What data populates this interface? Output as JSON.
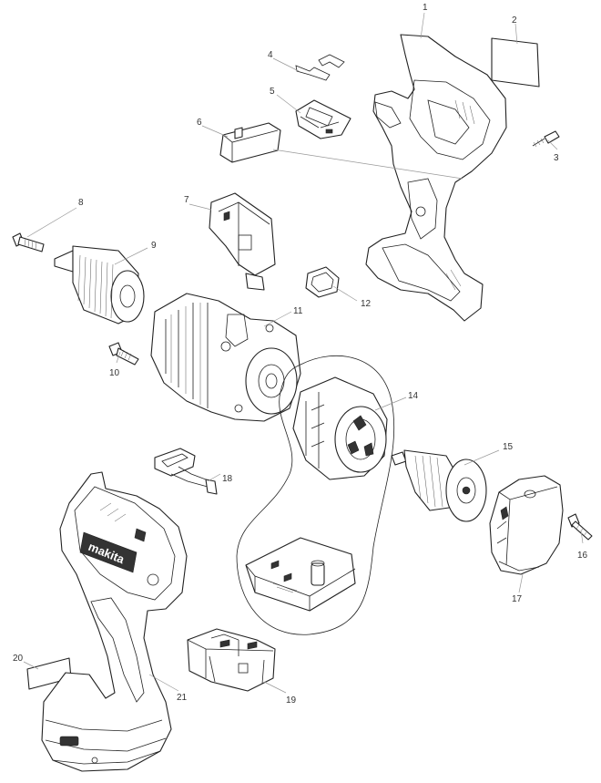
{
  "diagram": {
    "parts": [
      {
        "id": "part-1",
        "number": "1"
      },
      {
        "id": "part-2",
        "number": "2"
      },
      {
        "id": "part-3",
        "number": "3"
      },
      {
        "id": "part-4",
        "number": "4"
      },
      {
        "id": "part-5",
        "number": "5"
      },
      {
        "id": "part-6",
        "number": "6"
      },
      {
        "id": "part-7",
        "number": "7"
      },
      {
        "id": "part-8",
        "number": "8"
      },
      {
        "id": "part-9",
        "number": "9"
      },
      {
        "id": "part-10",
        "number": "10"
      },
      {
        "id": "part-11",
        "number": "11"
      },
      {
        "id": "part-12",
        "number": "12"
      },
      {
        "id": "part-14",
        "number": "14"
      },
      {
        "id": "part-15",
        "number": "15"
      },
      {
        "id": "part-16",
        "number": "16"
      },
      {
        "id": "part-17",
        "number": "17"
      },
      {
        "id": "part-18",
        "number": "18"
      },
      {
        "id": "part-19",
        "number": "19"
      },
      {
        "id": "part-20",
        "number": "20"
      },
      {
        "id": "part-21",
        "number": "21"
      }
    ],
    "housing_logo": "makita"
  }
}
